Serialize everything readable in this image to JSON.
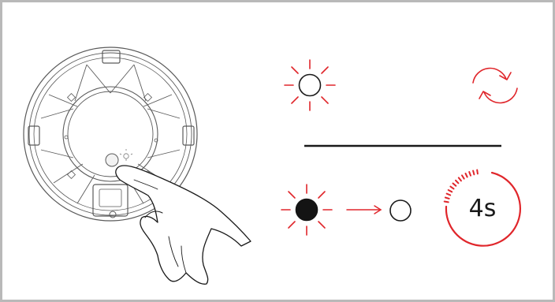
{
  "colors": {
    "accent_red": "#e0262b",
    "line_dark": "#1a1a1a",
    "device_stroke": "#5a5a5a",
    "border": "#b9b9b9"
  },
  "steps": [
    {
      "indicator": "light-off-blinking-red",
      "action": "refresh-icon"
    },
    {
      "indicator": "light-on-blinking-red",
      "result": "light-off",
      "timer": {
        "label": "4s",
        "seconds": 4
      }
    }
  ]
}
